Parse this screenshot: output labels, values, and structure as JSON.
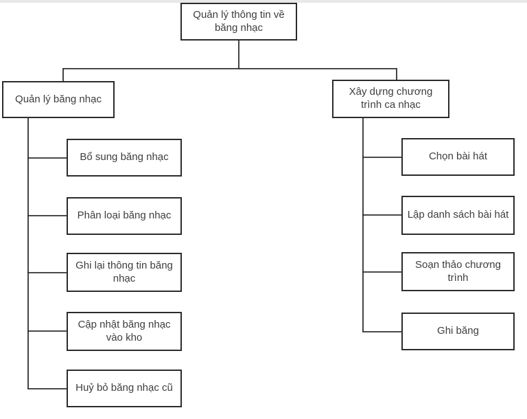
{
  "diagram": {
    "title": "Quản lý thông tin về băng nhạc",
    "root": {
      "label": "Quản lý thông tin về băng nhạc"
    },
    "branches": [
      {
        "label": "Quản lý băng nhạc",
        "children": [
          {
            "label": "Bổ sung băng nhạc"
          },
          {
            "label": "Phân loại băng nhạc"
          },
          {
            "label": "Ghi lại thông tin băng nhạc"
          },
          {
            "label": "Cập nhật băng nhạc vào kho"
          },
          {
            "label": "Huỷ bỏ băng nhạc cũ"
          }
        ]
      },
      {
        "label": "Xây dựng chương trình ca nhạc",
        "children": [
          {
            "label": "Chọn bài hát"
          },
          {
            "label": "Lập danh sách bài hát"
          },
          {
            "label": "Soạn thảo chương trình"
          },
          {
            "label": "Ghi băng"
          }
        ]
      }
    ]
  },
  "colors": {
    "box_border": "#2b2b2b",
    "line": "#2f2f2f",
    "text": "#3d3d3d",
    "background": "#ffffff",
    "top_strip": "#e8e8e8"
  }
}
